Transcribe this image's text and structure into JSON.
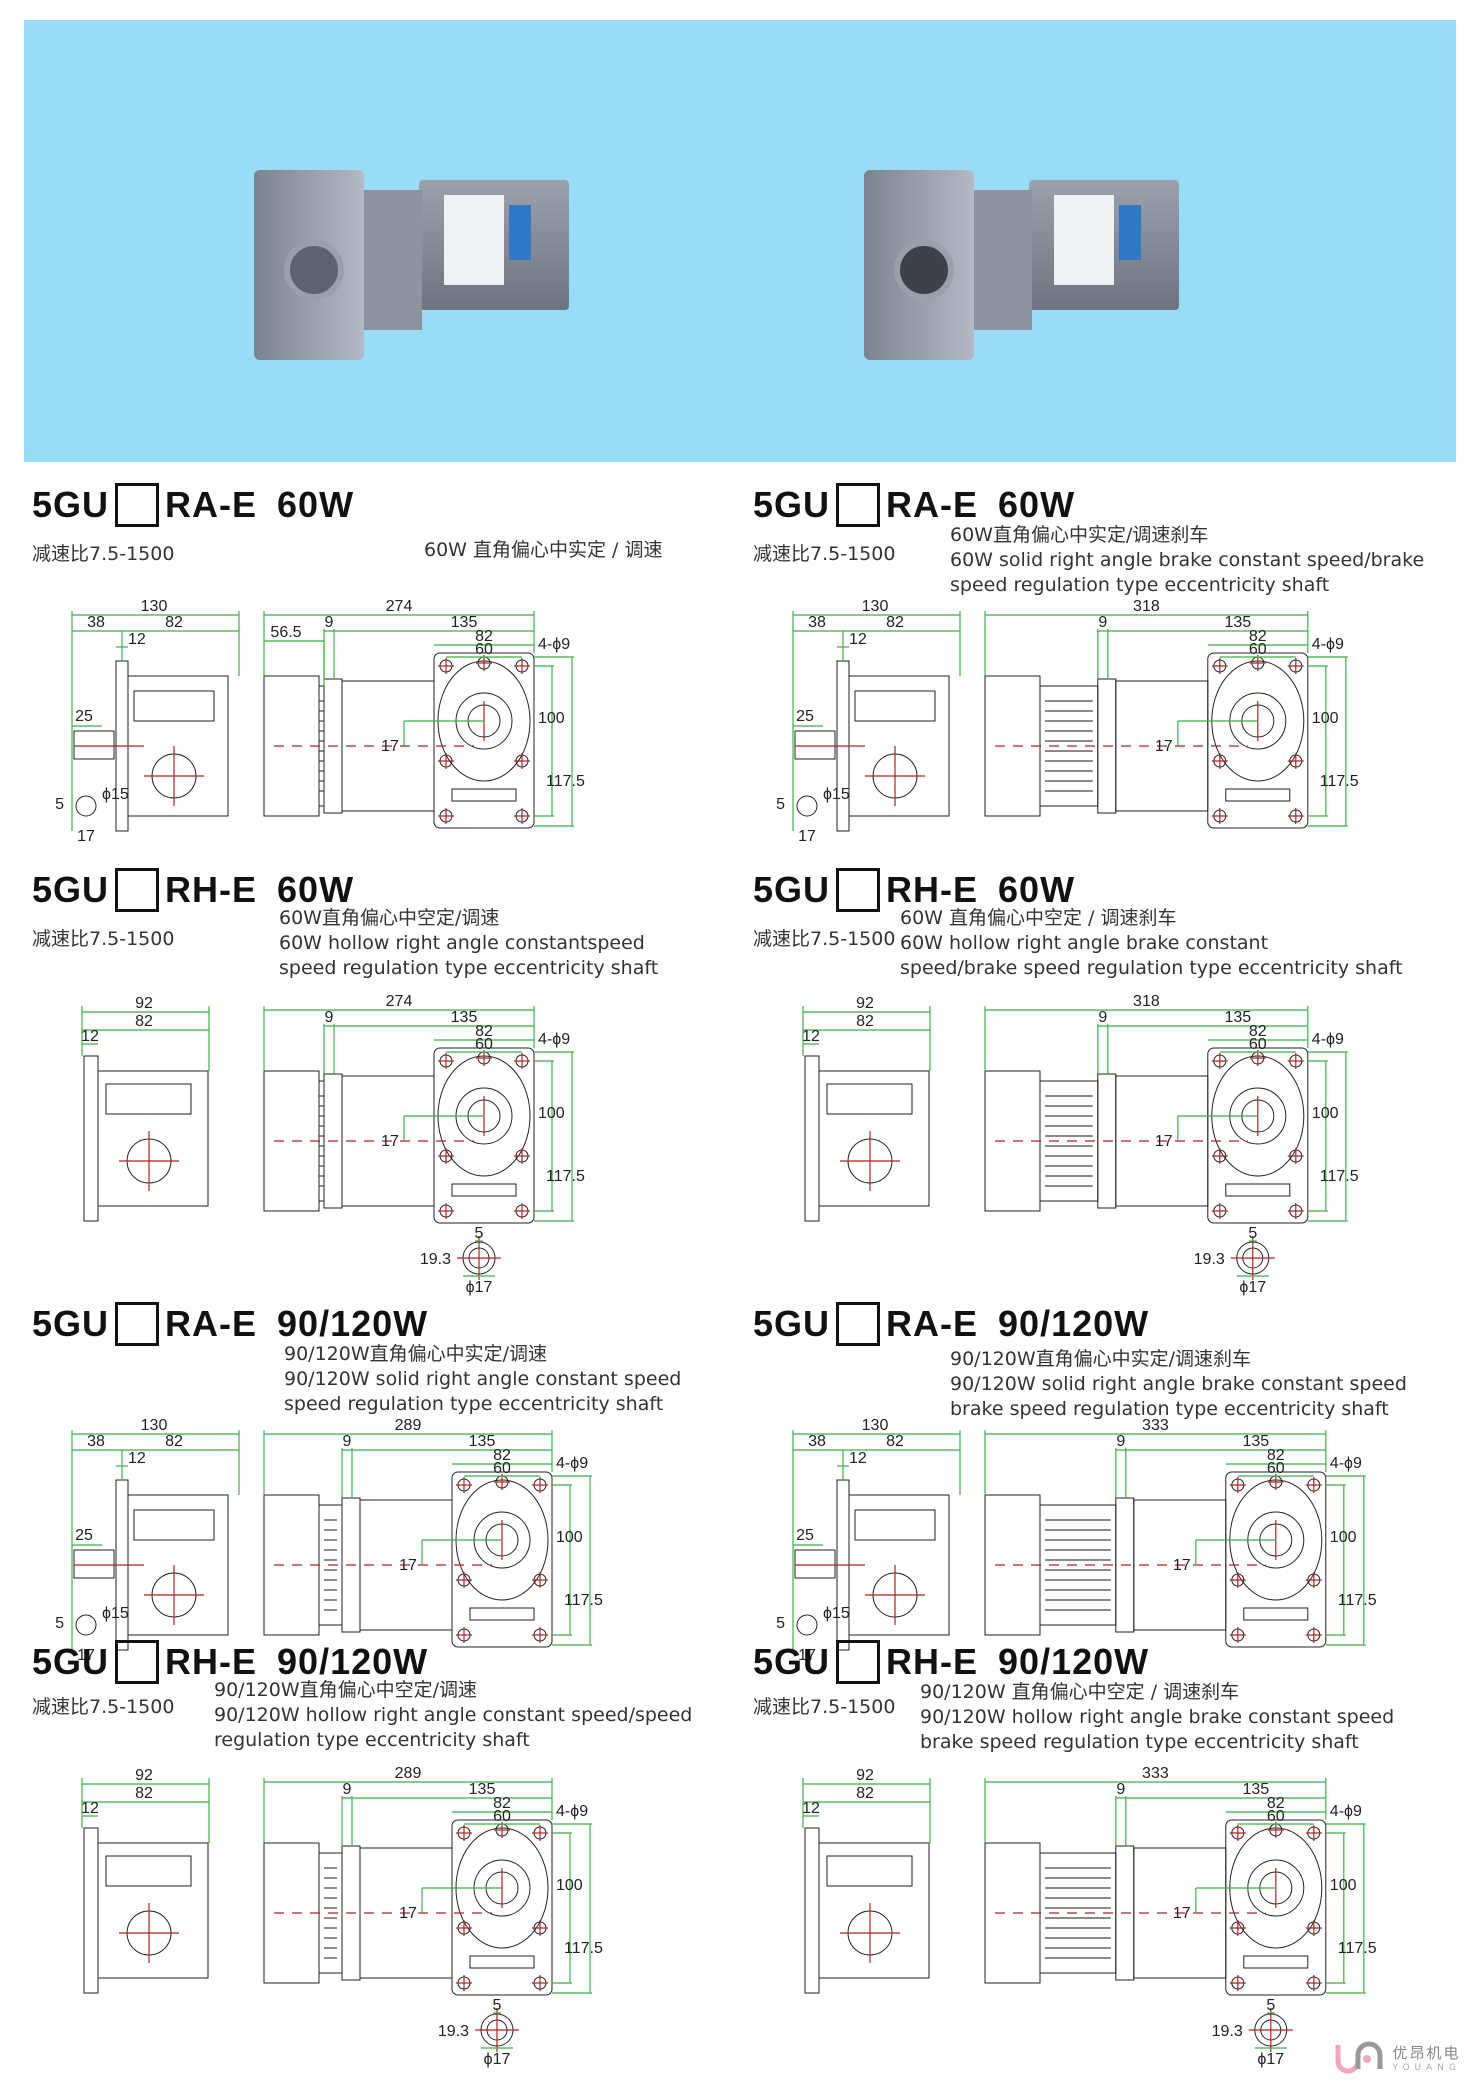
{
  "brand": {
    "cn": "优昂机电",
    "en": "YOUANG"
  },
  "colors": {
    "banner": "#98dcf5",
    "dimension": "#3cb043",
    "centerline": "#b22222"
  },
  "panels": [
    {
      "prefix": "5GU",
      "series": "RA-E",
      "power": "60W",
      "ratio": "减速比7.5-1500",
      "type": "RA",
      "desc": [
        "60W 直角偏心中实定 / 调速"
      ],
      "dims": {
        "side_total": "130",
        "side_a": "38",
        "side_b": "82",
        "flange": "12",
        "shaft": "25",
        "shaft_dia": "ϕ15",
        "key": "5",
        "key_h": "17",
        "total": "274",
        "gap": "9",
        "gear": "135",
        "face": "82",
        "pcd": "60",
        "holes": "4-ϕ9",
        "h1": "100",
        "h2": "117.5",
        "offset": "17",
        "cap": "56.5"
      }
    },
    {
      "prefix": "5GU",
      "series": "RA-E",
      "power": "60W",
      "ratio": "减速比7.5-1500",
      "type": "RA",
      "desc": [
        "60W直角偏心中实定/调速刹车",
        "60W solid right angle brake constant speed/brake",
        "speed regulation type eccentricity shaft"
      ],
      "dims": {
        "side_total": "130",
        "side_a": "38",
        "side_b": "82",
        "flange": "12",
        "shaft": "25",
        "shaft_dia": "ϕ15",
        "key": "5",
        "key_h": "17",
        "total": "318",
        "gap": "9",
        "gear": "135",
        "face": "82",
        "pcd": "60",
        "holes": "4-ϕ9",
        "h1": "100",
        "h2": "117.5",
        "offset": "17"
      }
    },
    {
      "prefix": "5GU",
      "series": "RH-E",
      "power": "60W",
      "ratio": "减速比7.5-1500",
      "type": "RH",
      "desc": [
        "60W直角偏心中空定/调速",
        "60W hollow right angle constantspeed",
        "speed regulation type eccentricity shaft"
      ],
      "dims": {
        "side_total": "92",
        "side_b": "82",
        "flange": "12",
        "total": "274",
        "gap": "9",
        "gear": "135",
        "face": "82",
        "pcd": "60",
        "holes": "4-ϕ9",
        "h1": "100",
        "h2": "117.5",
        "offset": "17",
        "key": "5",
        "bore_h": "19.3",
        "bore": "ϕ17"
      }
    },
    {
      "prefix": "5GU",
      "series": "RH-E",
      "power": "60W",
      "ratio": "减速比7.5-1500",
      "type": "RH",
      "desc": [
        "60W 直角偏心中空定 / 调速刹车",
        "60W hollow right angle brake constant",
        "speed/brake speed regulation type eccentricity shaft"
      ],
      "dims": {
        "side_total": "92",
        "side_b": "82",
        "flange": "12",
        "total": "318",
        "gap": "9",
        "gear": "135",
        "face": "82",
        "pcd": "60",
        "holes": "4-ϕ9",
        "h1": "100",
        "h2": "117.5",
        "offset": "17",
        "key": "5",
        "bore_h": "19.3",
        "bore": "ϕ17"
      }
    },
    {
      "prefix": "5GU",
      "series": "RA-E",
      "power": "90/120W",
      "type": "RA",
      "desc": [
        "90/120W直角偏心中实定/调速",
        "90/120W solid right angle constant speed",
        "speed regulation type eccentricity shaft"
      ],
      "dims": {
        "side_total": "130",
        "side_a": "38",
        "side_b": "82",
        "flange": "12",
        "shaft": "25",
        "shaft_dia": "ϕ15",
        "key": "5",
        "key_h": "17",
        "total": "289",
        "gap": "9",
        "gear": "135",
        "face": "82",
        "pcd": "60",
        "holes": "4-ϕ9",
        "h1": "100",
        "h2": "117.5",
        "offset": "17"
      }
    },
    {
      "prefix": "5GU",
      "series": "RA-E",
      "power": "90/120W",
      "type": "RA",
      "desc": [
        "90/120W直角偏心中实定/调速刹车",
        "90/120W solid right angle brake constant speed",
        "brake speed regulation type eccentricity shaft"
      ],
      "dims": {
        "side_total": "130",
        "side_a": "38",
        "side_b": "82",
        "flange": "12",
        "shaft": "25",
        "shaft_dia": "ϕ15",
        "key": "5",
        "key_h": "17",
        "total": "333",
        "gap": "9",
        "gear": "135",
        "face": "82",
        "pcd": "60",
        "holes": "4-ϕ9",
        "h1": "100",
        "h2": "117.5",
        "offset": "17"
      }
    },
    {
      "prefix": "5GU",
      "series": "RH-E",
      "power": "90/120W",
      "ratio": "减速比7.5-1500",
      "type": "RH",
      "desc": [
        "90/120W直角偏心中空定/调速",
        "90/120W hollow right angle constant speed/speed",
        "regulation type eccentricity shaft"
      ],
      "dims": {
        "side_total": "92",
        "side_b": "82",
        "flange": "12",
        "total": "289",
        "gap": "9",
        "gear": "135",
        "face": "82",
        "pcd": "60",
        "holes": "4-ϕ9",
        "h1": "100",
        "h2": "117.5",
        "offset": "17",
        "key": "5",
        "bore_h": "19.3",
        "bore": "ϕ17"
      }
    },
    {
      "prefix": "5GU",
      "series": "RH-E",
      "power": "90/120W",
      "ratio": "减速比7.5-1500",
      "type": "RH",
      "desc": [
        "90/120W 直角偏心中空定 / 调速刹车",
        "90/120W hollow right angle brake constant speed",
        "brake speed regulation type eccentricity shaft"
      ],
      "dims": {
        "side_total": "92",
        "side_b": "82",
        "flange": "12",
        "total": "333",
        "gap": "9",
        "gear": "135",
        "face": "82",
        "pcd": "60",
        "holes": "4-ϕ9",
        "h1": "100",
        "h2": "117.5",
        "offset": "17",
        "key": "5",
        "bore_h": "19.3",
        "bore": "ϕ17"
      }
    }
  ]
}
